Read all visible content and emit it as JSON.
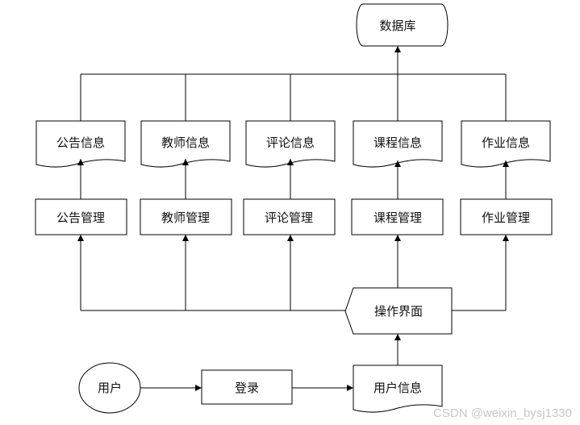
{
  "diagram": {
    "database": "数据库",
    "info_docs": [
      {
        "id": "announcement",
        "label": "公告信息"
      },
      {
        "id": "teacher",
        "label": "教师信息"
      },
      {
        "id": "comment",
        "label": "评论信息"
      },
      {
        "id": "course",
        "label": "课程信息"
      },
      {
        "id": "assignment",
        "label": "作业信息"
      }
    ],
    "managers": [
      {
        "id": "announcement",
        "label": "公告管理"
      },
      {
        "id": "teacher",
        "label": "教师管理"
      },
      {
        "id": "comment",
        "label": "评论管理"
      },
      {
        "id": "course",
        "label": "课程管理"
      },
      {
        "id": "assignment",
        "label": "作业管理"
      }
    ],
    "interface": "操作界面",
    "user": "用户",
    "login": "登录",
    "user_info": "用户信息"
  },
  "watermark": "CSDN @weixin_bysj1330",
  "colors": {
    "stroke": "#000000",
    "background": "#ffffff",
    "watermark": "#c8c8c8"
  }
}
